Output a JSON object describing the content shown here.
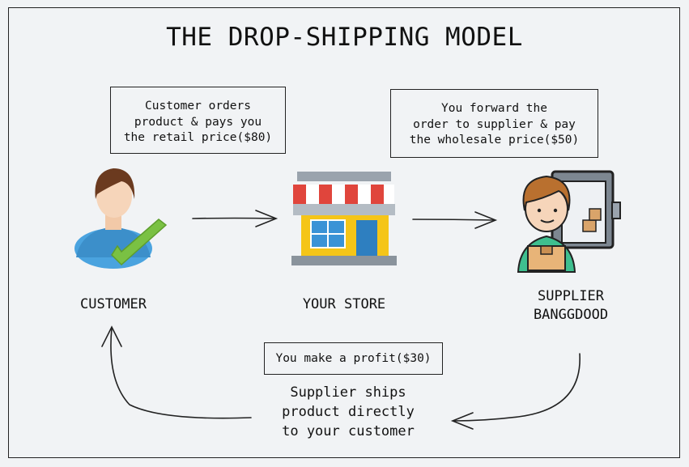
{
  "title": "THE DROP-SHIPPING MODEL",
  "notes": {
    "customer_note": "Customer orders\nproduct & pays you\nthe retail price($80)",
    "forward_note": "You forward the\norder to supplier & pay\nthe wholesale price($50)",
    "profit_note": "You make a profit($30)"
  },
  "nodes": {
    "customer": "CUSTOMER",
    "store": "YOUR STORE",
    "supplier": "SUPPLIER\nBANGGDOOD"
  },
  "shipping_text": "Supplier ships\nproduct directly\nto your customer",
  "icons": {
    "customer": "customer-checkmark-icon",
    "store": "storefront-icon",
    "supplier": "supplier-delivery-icon"
  },
  "colors": {
    "background": "#f1f3f5",
    "awning_red": "#e0453c",
    "store_yellow": "#f5c518",
    "window_blue": "#3a93d6",
    "check_green": "#7ac143",
    "shirt_blue": "#4aa3df"
  }
}
